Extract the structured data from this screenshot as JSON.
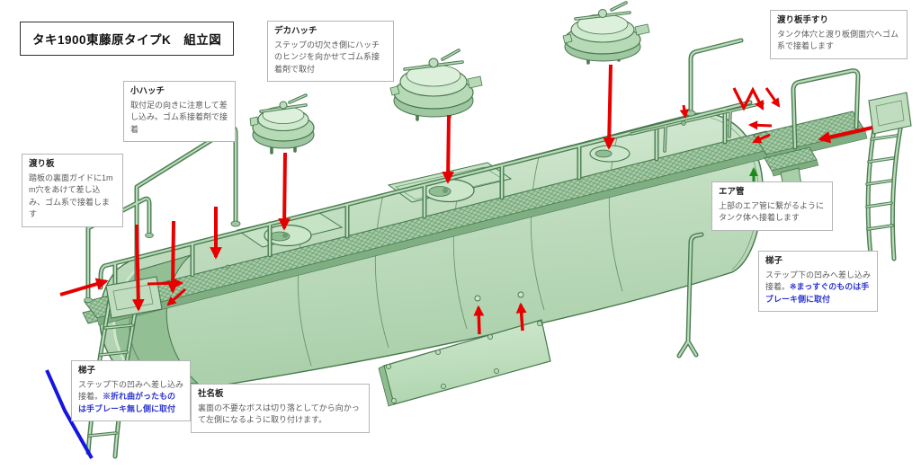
{
  "title": "タキ1900東藤原タイプK　組立図",
  "colors": {
    "arrow_red": "#e60000",
    "arrow_green": "#1e8a1e",
    "note_blue": "#2c35cf",
    "guide_blue": "#1515e0",
    "model_light": "#cfe9ce",
    "model_mid": "#c0ddbf",
    "model_shade": "#7fae83",
    "model_outline": "#44764a"
  },
  "annotations": {
    "kohatch": {
      "title": "小ハッチ",
      "body": "取付足の向きに注意して差し込み。ゴム系接着剤で接着"
    },
    "dekahatch": {
      "title": "デカハッチ",
      "body": "ステップの切欠き側にハッチのヒンジを向かせてゴム系接着剤で取付"
    },
    "watariita": {
      "title": "渡り板",
      "body": "踏板の裏面ガイドに1mm穴をあけて差し込み、ゴム系で接着します"
    },
    "tesuri": {
      "title": "渡り板手すり",
      "body": "タンク体穴と渡り板側面穴へゴム系で接着します"
    },
    "air": {
      "title": "エア管",
      "body": "上部のエア管に繋がるようにタンク体へ接着します"
    },
    "hashigo_right": {
      "title": "梯子",
      "body": "ステップ下の凹みへ差し込み接着。",
      "note": "※まっすぐのものは手ブレーキ側に取付"
    },
    "hashigo_left": {
      "title": "梯子",
      "body": "ステップ下の凹みへ差し込み接着。",
      "note": "※折れ曲がったものは手ブレーキ無し側に取付"
    },
    "shameiban": {
      "title": "社名板",
      "body": "裏面の不要なボスは切り落としてから向かって左側になるように取り付けます。"
    }
  }
}
